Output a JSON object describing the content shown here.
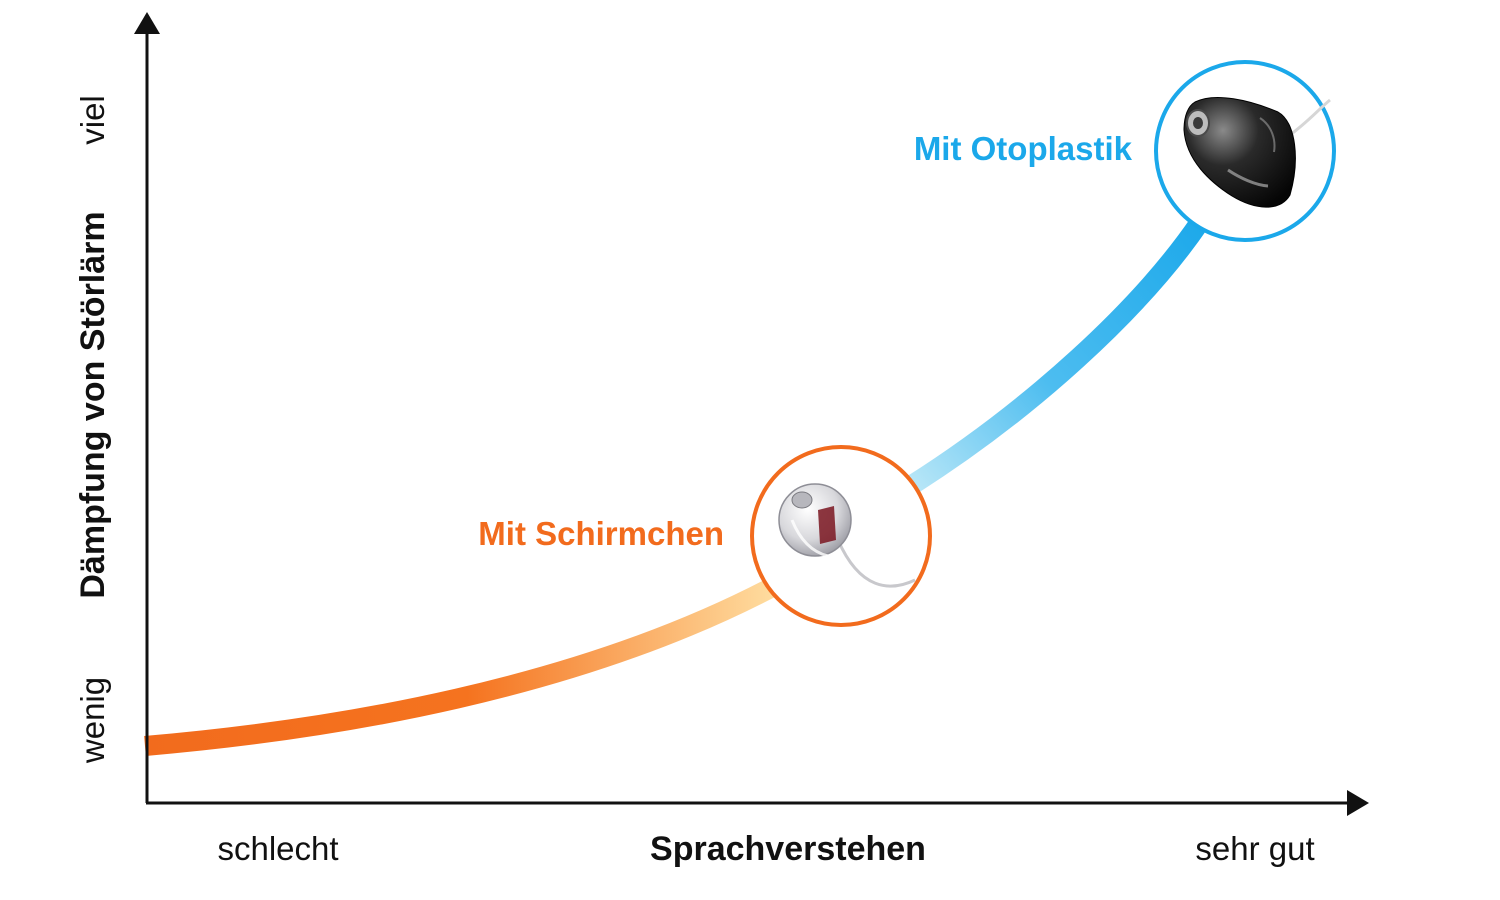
{
  "axes": {
    "x_title": "Sprachverstehen",
    "y_title": "Dämpfung von Störlärm",
    "x_low": "schlecht",
    "x_high": "sehr gut",
    "y_low": "wenig",
    "y_high": "viel"
  },
  "points": [
    {
      "label": "Mit Schirmchen",
      "color": "#f26b1d",
      "icon": "dome-earpiece-icon"
    },
    {
      "label": "Mit Otoplastik",
      "color": "#1ba8ea",
      "icon": "custom-earmold-icon"
    }
  ],
  "colors": {
    "curve_low": "#f26b1d",
    "curve_mid_light": "#ffe2a6",
    "curve_high_light": "#b9e6f6",
    "curve_high": "#1ba8ea",
    "axis": "#111111"
  }
}
